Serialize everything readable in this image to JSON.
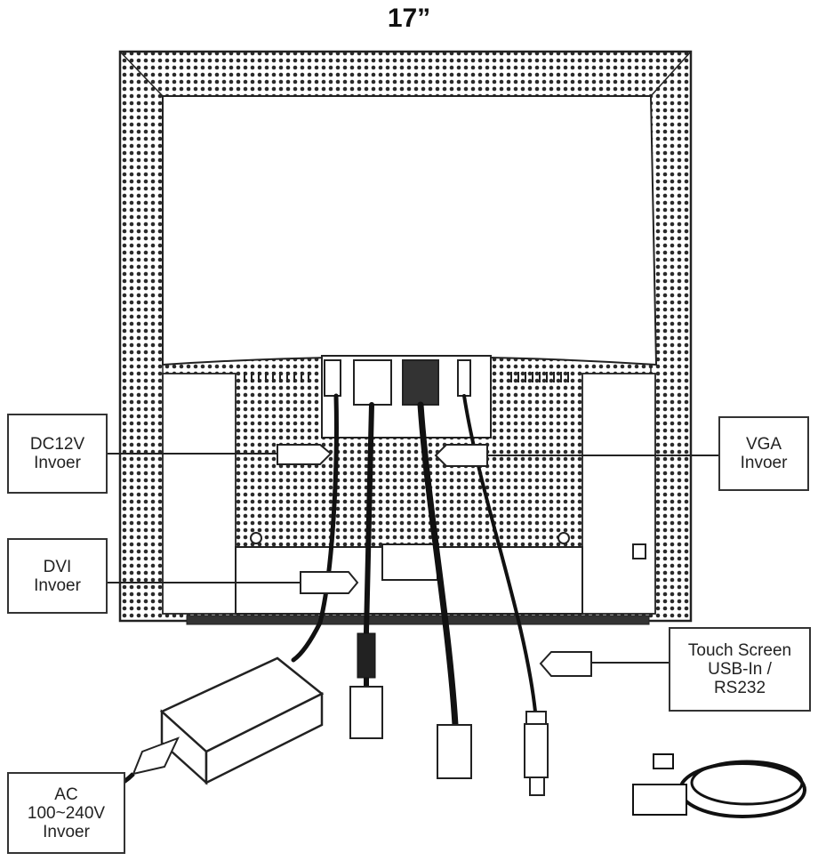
{
  "title": "17”",
  "labels": {
    "dc12v": {
      "line1": "DC12V",
      "line2": "Invoer"
    },
    "vga": {
      "line1": "VGA",
      "line2": "Invoer"
    },
    "dvi": {
      "line1": "DVI",
      "line2": "Invoer"
    },
    "touch": {
      "line1": "Touch Screen",
      "line2": "USB-In /",
      "line3": "RS232"
    },
    "ac": {
      "line1": "AC",
      "line2": "100~240V",
      "line3": "Invoer"
    }
  },
  "colors": {
    "ink": "#222222",
    "frame_fill": "#d9d9d9",
    "screen": "#ffffff"
  }
}
